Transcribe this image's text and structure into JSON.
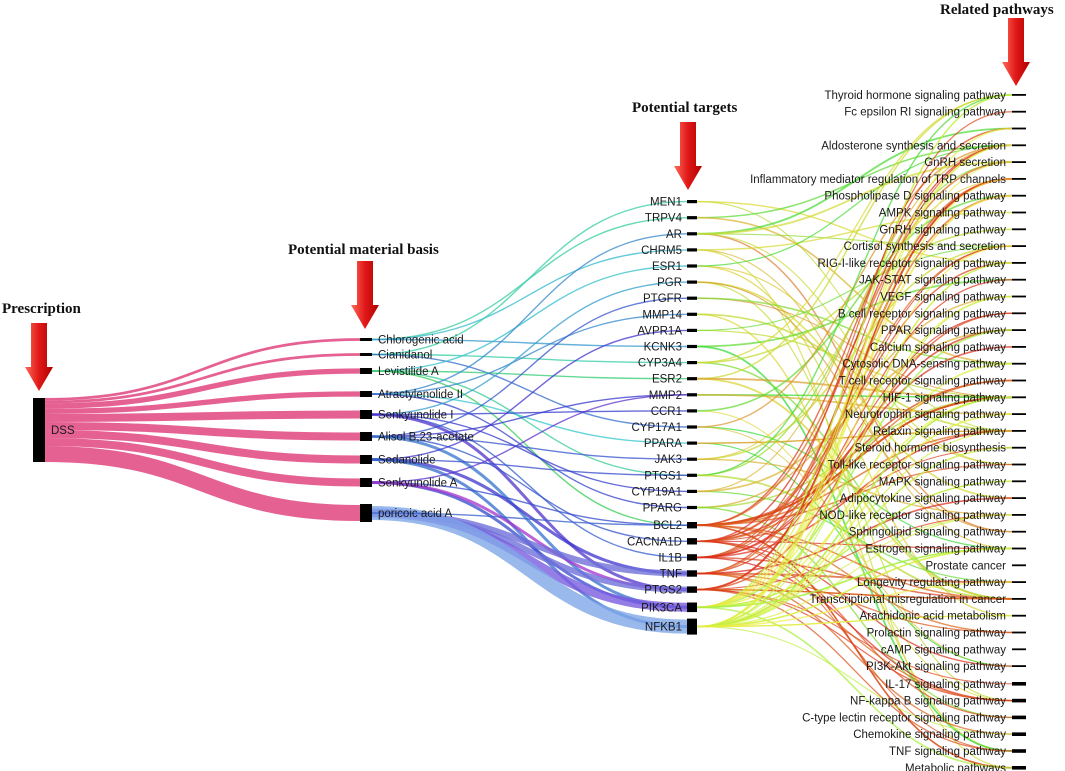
{
  "headers": {
    "prescription": "Prescription",
    "material": "Potential material basis",
    "targets": "Potential targets",
    "pathways": "Related pathways"
  },
  "colors": {
    "arrow_top": "#ff5a4a",
    "arrow_bottom": "#d10f0f",
    "node": "#000000",
    "dss_link": "#e0457f"
  },
  "prescription": {
    "label": "DSS"
  },
  "compounds": [
    {
      "label": "Chlorogenic acid",
      "weight": 1
    },
    {
      "label": "Cianidanol",
      "weight": 1
    },
    {
      "label": "Levistilide A",
      "weight": 2
    },
    {
      "label": "Atractylenolide II",
      "weight": 2
    },
    {
      "label": "Senkyunolide I",
      "weight": 3
    },
    {
      "label": "Alisol B,23-acetate",
      "weight": 3
    },
    {
      "label": "Sedanolide",
      "weight": 3
    },
    {
      "label": "Senkyunolide A",
      "weight": 3
    },
    {
      "label": "poricoic acid A",
      "weight": 6
    }
  ],
  "targets": [
    {
      "label": "MEN1",
      "weight": 1
    },
    {
      "label": "TRPV4",
      "weight": 1
    },
    {
      "label": "AR",
      "weight": 1
    },
    {
      "label": "CHRM5",
      "weight": 1
    },
    {
      "label": "ESR1",
      "weight": 1
    },
    {
      "label": "PGR",
      "weight": 1
    },
    {
      "label": "PTGFR",
      "weight": 1
    },
    {
      "label": "MMP14",
      "weight": 1
    },
    {
      "label": "AVPR1A",
      "weight": 1
    },
    {
      "label": "KCNK3",
      "weight": 1
    },
    {
      "label": "CYP3A4",
      "weight": 1
    },
    {
      "label": "ESR2",
      "weight": 1
    },
    {
      "label": "MMP2",
      "weight": 1
    },
    {
      "label": "CCR1",
      "weight": 1
    },
    {
      "label": "CYP17A1",
      "weight": 1
    },
    {
      "label": "PPARA",
      "weight": 1
    },
    {
      "label": "JAK3",
      "weight": 1
    },
    {
      "label": "PTGS1",
      "weight": 1
    },
    {
      "label": "CYP19A1",
      "weight": 1
    },
    {
      "label": "PPARG",
      "weight": 1
    },
    {
      "label": "BCL2",
      "weight": 2
    },
    {
      "label": "CACNA1D",
      "weight": 2
    },
    {
      "label": "IL1B",
      "weight": 2
    },
    {
      "label": "TNF",
      "weight": 2
    },
    {
      "label": "PTGS2",
      "weight": 2
    },
    {
      "label": "PIK3CA",
      "weight": 3
    },
    {
      "label": "NFKB1",
      "weight": 5
    }
  ],
  "pathways": [
    {
      "label": "Thyroid hormone signaling pathway",
      "weight": 1
    },
    {
      "label": "Fc epsilon RI signaling pathway",
      "weight": 1
    },
    {
      "label": "",
      "weight": 1
    },
    {
      "label": "Aldosterone synthesis and secretion",
      "weight": 1
    },
    {
      "label": "GnRH secretion",
      "weight": 1
    },
    {
      "label": "Inflammatory mediator regulation of TRP channels",
      "weight": 1
    },
    {
      "label": "Phospholipase D signaling pathway",
      "weight": 1
    },
    {
      "label": "AMPK signaling pathway",
      "weight": 1
    },
    {
      "label": "GnRH signaling pathway",
      "weight": 1
    },
    {
      "label": "Cortisol synthesis and secretion",
      "weight": 1
    },
    {
      "label": "RIG-I-like receptor signaling pathway",
      "weight": 1
    },
    {
      "label": "JAK-STAT signaling pathway",
      "weight": 1
    },
    {
      "label": "VEGF signaling pathway",
      "weight": 1
    },
    {
      "label": "B cell receptor signaling pathway",
      "weight": 1
    },
    {
      "label": "PPAR signaling pathway",
      "weight": 1
    },
    {
      "label": "Calcium signaling pathway",
      "weight": 1
    },
    {
      "label": "Cytosolic DNA-sensing pathway",
      "weight": 1
    },
    {
      "label": "T cell receptor signaling pathway",
      "weight": 1
    },
    {
      "label": "HIF-1 signaling pathway",
      "weight": 1
    },
    {
      "label": "Neurotrophin signaling pathway",
      "weight": 1
    },
    {
      "label": "Relaxin signaling pathway",
      "weight": 1
    },
    {
      "label": "Steroid hormone biosynthesis",
      "weight": 1
    },
    {
      "label": "Toll-like receptor signaling pathway",
      "weight": 1
    },
    {
      "label": "MAPK signaling pathway",
      "weight": 1
    },
    {
      "label": "Adipocytokine signaling pathway",
      "weight": 1
    },
    {
      "label": "NOD-like receptor signaling pathway",
      "weight": 1
    },
    {
      "label": "Sphingolipid signaling pathway",
      "weight": 1
    },
    {
      "label": "Estrogen signaling pathway",
      "weight": 1
    },
    {
      "label": "Prostate cancer",
      "weight": 1
    },
    {
      "label": "Longevity regulating pathway",
      "weight": 1
    },
    {
      "label": "Transcriptional misregulation in cancer",
      "weight": 1
    },
    {
      "label": "Arachidonic acid metabolism",
      "weight": 1
    },
    {
      "label": "Prolactin signaling pathway",
      "weight": 1
    },
    {
      "label": "cAMP signaling pathway",
      "weight": 1
    },
    {
      "label": "PI3K-Akt signaling pathway",
      "weight": 1
    },
    {
      "label": "IL-17 signaling pathway",
      "weight": 2
    },
    {
      "label": "NF-kappa B signaling pathway",
      "weight": 2
    },
    {
      "label": "C-type lectin receptor signaling pathway",
      "weight": 2
    },
    {
      "label": "Chemokine signaling pathway",
      "weight": 2
    },
    {
      "label": "TNF signaling pathway",
      "weight": 2
    },
    {
      "label": "Metabolic pathways",
      "weight": 2
    }
  ]
}
